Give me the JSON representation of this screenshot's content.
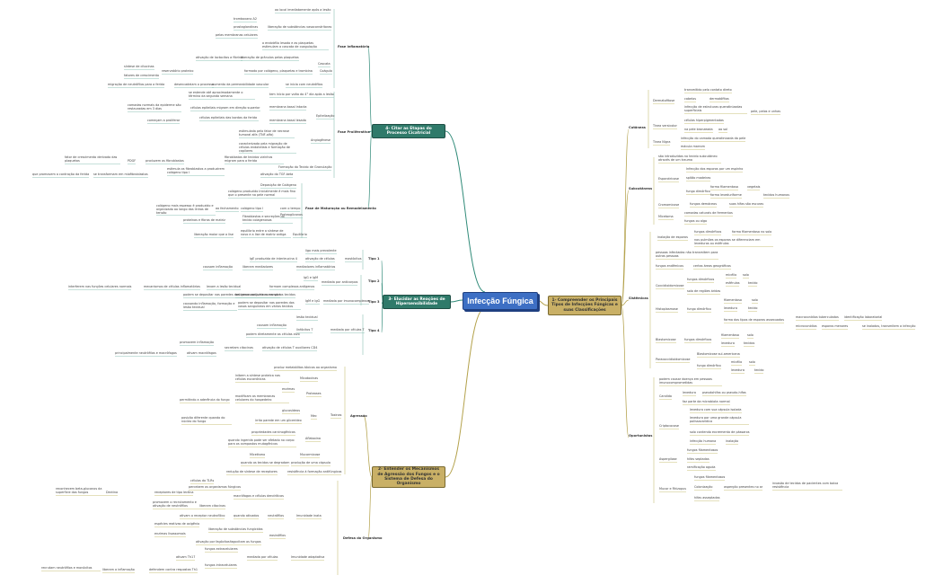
{
  "root": "Infecção Fúngica",
  "topics": {
    "t1": "1- Compreender os Principais Tipos de Infecções Fúngicas e suas Classificações",
    "t2": "2- Entender os Mecanismos de Agressão dos Fungos e o Sistema de Defesa do Organismo",
    "t3": "3- Elucidar as Reações de Hipersensibilidade",
    "t4": "4- Citar as Etapas do Processo Cicatricial"
  },
  "subtopics": {
    "cutaneas": "Cutâneas",
    "subcutaneas": "Subcutâneas",
    "sistemicas": "Sistêmicas",
    "oportunistas": "Oportunistas",
    "agressao": "Agressão",
    "defesa": "Defesa do Organismo",
    "tipo1": "Tipo 1",
    "tipo2": "Tipo 2",
    "tipo3": "Tipo 3",
    "tipo4": "Tipo 4",
    "inflamatoria": "Fase Inflamatória",
    "proliferativa": "Fase Proliferativa",
    "maturacao": "Fase de Maturação ou Remodelamento"
  },
  "leaves": {
    "r1": "Dermatofitose",
    "r2": "transmitido pelo contato direto",
    "r3": "cabelos",
    "r4": "dermatófitos",
    "r5": "infecção de estruturas queratinizadas superficiais",
    "r6": "pele, pelos e unhas",
    "r7": "Tinea versicolor",
    "r8": "células hiperpigmentadas",
    "r9": "na pele bronzeada",
    "r10": "ao sol",
    "r11": "Tinea Nigra",
    "r12": "infecção do camada queratinizada da pele",
    "r13": "mácula marrom",
    "r14": "são introduzidas no tecido subcutâneo através de um trauma",
    "r15": "Infecção dos esporos por um espinho",
    "r16": "Esporotricose",
    "r17": "spitão madeiras",
    "r18": "forma filamentosa",
    "r19": "vegetais",
    "r20": "fungo dimórfico",
    "r21": "forma leveduriforme",
    "r22": "tecidos humanos",
    "r23": "Cromomicose",
    "r24": "fungos demáceos",
    "r25": "suas hifas são escuras",
    "r26": "Micetoma",
    "r27": "camadas caturais de fermentos",
    "r28": "fungos ou algo",
    "r29": "inalação de esporos",
    "r30": "fungos dimórficos",
    "r31": "forma filamentosa no solo",
    "r32": "nos pulmões os esporos se diferenciam em leveduras ou esférulas",
    "r33": "pessoas infectadas não transmitem para outras pessoas",
    "r34": "fungos endêmicos",
    "r35": "certas áreas geográficas",
    "r36": "Coccidioidomicose",
    "r37": "fungos dimórficos",
    "r38": "micélio",
    "r39": "solo",
    "r40": "esférulas",
    "r41": "tecido",
    "r42": "solo de regiões áridas",
    "r43": "Histoplasmose",
    "r44": "fungo dimórfico",
    "r45": "filamentoso",
    "r46": "solo",
    "r47": "levedura",
    "r48": "tecido",
    "r49": "forma dos tipos de esporos assexuados",
    "r50": "macroconídios tuberculados",
    "r51": "identificação laboratorial",
    "r52": "microconídios",
    "r53": "esporos menores",
    "r54": "se inalados, transmitem a infecção",
    "r55": "Blastomicose",
    "r56": "fungos dimórficos",
    "r57": "filamentosa",
    "r58": "solo",
    "r59": "levedura",
    "r60": "tecidos",
    "r61": "Paracoccidioidomicose",
    "r62": "Blastomicose sul-americana",
    "r63": "fungo dimórfico",
    "r64": "micélio",
    "r65": "solo",
    "r66": "levedura",
    "r67": "tecido",
    "r68": "podem causar doença em pessoas imunocomprometidas",
    "r69": "Candida",
    "r70": "levedura",
    "r71": "pseudohifas ou pseudo-hifas",
    "r72": "faz parte da microbiota normal",
    "r73": "Criptococose",
    "r74": "levedura com sua cápsula isolada",
    "r75": "levedura por uma grande cápsula polissacarídica",
    "r76": "solo contendo excremento de pássaros",
    "r77": "infecção humana",
    "r78": "inalação",
    "r79": "Aspergilose",
    "r80": "fungos filamentosos",
    "r81": "hifas septadas",
    "r82": "ramificação aguda",
    "r83": "Mucor e Rhizopus",
    "r84": "fungos filamentosos",
    "r85": "Colonização",
    "r86": "aspergilo presentes no ar",
    "r87": "invasão de tecidos de pacientes com baixa resistência",
    "r88": "hifas asseptadas",
    "l1": "produz metabólitos tóxicos ao organismo",
    "l2": "Micotoxinas",
    "l3": "inibem a síntese proteica nas células eucarióticas",
    "l4": "Proteases",
    "l5": "enzimas",
    "l6": "modificam as membranas celulares do hospedeiro",
    "l7": "permitindo a aderência do fungo",
    "l8": "Toxinas",
    "l9": "Mec",
    "l10": "glucosídeos",
    "l11": "irrita parede em um glicerídeo",
    "l12": "posição diferente quando do núcleo do fungo",
    "l13": "propriedades carcinogênicas",
    "l14": "Aflatoxina",
    "l15": "quando ingerida pode ser afetado no corpo para os compostos mutagênicos",
    "l16": "Mucormicose",
    "l17": "Micetismo",
    "l18": "quando os tecidos se degradam",
    "l19": "produção de uma cápsula",
    "l20": "redução de síntese de receptores",
    "l21": "resistência à formação antifúngicos",
    "l22": "Defesa do Organismo",
    "l23": "células do TLRs",
    "l24": "percebem os organismos fúngicos",
    "l25": "reconhecem beta-glucanos da superfície dos fungos",
    "l26": "receptores de tipo lectina",
    "l27": "Dectina",
    "l28": "macrófagos e células dendríticas",
    "l29": "liberam citocinas",
    "l30": "promovem o recrutamento e ativação de neutrófilos",
    "l31": "Imunidade inata",
    "l32": "ativam o receptor neutrofílico",
    "l33": "quando ativados",
    "l34": "neutrófilos",
    "l35": "espécies reativas de oxigênio",
    "l36": "liberação de substâncias fungicidas",
    "l37": "enzimas lisossomais",
    "l38": "eosinófilos",
    "l39": "fagocitam os fungos",
    "l40": "ativação por fagócitos",
    "l41": "fungos extracelulares",
    "l42": "mediada por células",
    "l43": "Imunidade adaptativa",
    "l44": "fungos intracelulares",
    "l45": "ativam Th17",
    "l46": "liberam a inflamação",
    "l47": "recrutam neutrófilos e monócitos",
    "l48": "defendem contra respostas Th1",
    "h1": "ligo mais prevalente",
    "h2": "ativação de células",
    "h3": "mastócitos",
    "h4": "IgE produzida de interleucina 4",
    "h5": "liberam mediadores",
    "h6": "mediadores inflamatórios",
    "h7": "causam inflamação",
    "h8": "IgG e IgM",
    "h9": "mediada por anticorpos",
    "h10": "mecanismos de células inflamatórias",
    "h11": "interferem nas funções celulares normais",
    "h12": "levam a lesão tecidual",
    "h13": "formam complexos antígenos",
    "h14": "antígenos solúveis no sangue",
    "h15": "IgM e IgG",
    "h16": "mediada por imunocomplexos",
    "h17": "podem se depositar nas paredes dos vasos sanguíneos em vários tecidos",
    "h18": "causando inflamação, formação e lesão tecidual",
    "h19": "lesão tecidual",
    "h20": "linfócitos T",
    "h21": "mediada por células T",
    "h22": "causam inflamação",
    "h23": "podem diretamente as células alvo",
    "h24": "promovem inflamação",
    "h25": "ativam macrófagos",
    "h26": "secretam citocinas",
    "h27": "ativação de células T auxiliares CD4",
    "h28": "principalmente neutrófilos e macrófagos",
    "c1": "ao local imediatamente após a lesão",
    "c2": "tromboxano A2",
    "c3": "prostaglandinas",
    "c4": "liberação de substâncias vasoconstritoras",
    "c5": "pelas membranas celulares",
    "c6": "o endotélio lesado e as plaquetas estimulam a cascata de coagulação",
    "c7": "Cascata",
    "c8": "ativação de lactocitos a fibrina",
    "c9": "liberação de grânulos pelas plaquetas",
    "c10": "Coágulo",
    "c11": "formado por colágeno, plaquetas e trombina",
    "c12": "reservatório proteico",
    "c13": "síntese de citocinas",
    "c14": "fatores de crescimento",
    "c15": "aumento da permeabilidade vascular",
    "c16": "desencadeiam o processo",
    "c17": "se inicia com neutrófilos",
    "c18": "migração de neutrófilos para a ferida",
    "c19": "Epitelização",
    "c20": "tem início por volta do 4° dia após a lesão",
    "c21": "se estende até aproximadamente o término da segunda semana",
    "c22": "membrana basal intacta",
    "c23": "células epiteliais migram em direção superior",
    "c24": "camadas normais da epiderme são restauradas em 3 dias",
    "c25": "membrana basal lesada",
    "c26": "células epiteliais das bordas da ferida",
    "c27": "começam a proliferar",
    "c28": "Angiogênese",
    "c29": "estimulada pelo fator de necrose tumoral alfa (TNF-alfa)",
    "c30": "caracterizada pela migração de células endoteliais e formação de capilares",
    "c31": "Formação do Tecido de Granulação",
    "c32": "fibroblastos de tecidos vizinhos migram para a ferida",
    "c33": "ativação do TGF-beta",
    "c34": "fator de crescimento derivado das plaquetas",
    "c35": "PDGF",
    "c36": "produzem os fibroblastos",
    "c37": "estimula os fibroblastos a produzirem colágeno tipo I",
    "c38": "se transformam em miofibroblastos",
    "c39": "que promovem a contração da ferida",
    "c40": "Deposição de Colágeno",
    "c41": "colágeno produzido inicialmente é mais fino que o presente na pele normal",
    "c42": "colágeno tipo III",
    "c43": "colágeno mais espesso é produzido e organizado ao longo das linhas de tensão",
    "c44": "ao fechamento",
    "c45": "colágeno tipo I",
    "c46": "com o tempo",
    "c47": "Proteoglicanos",
    "c48": "proteínas e fibras de matriz",
    "c49": "Fibroblastos e secreções do tecido colagenosos",
    "c50": "Equilíbrio",
    "c51": "equilíbrio entre a síntese de novo e a lise de matriz antiga",
    "c52": "liberação maior que a lise",
    "c53": "Processo Cicatricial"
  }
}
